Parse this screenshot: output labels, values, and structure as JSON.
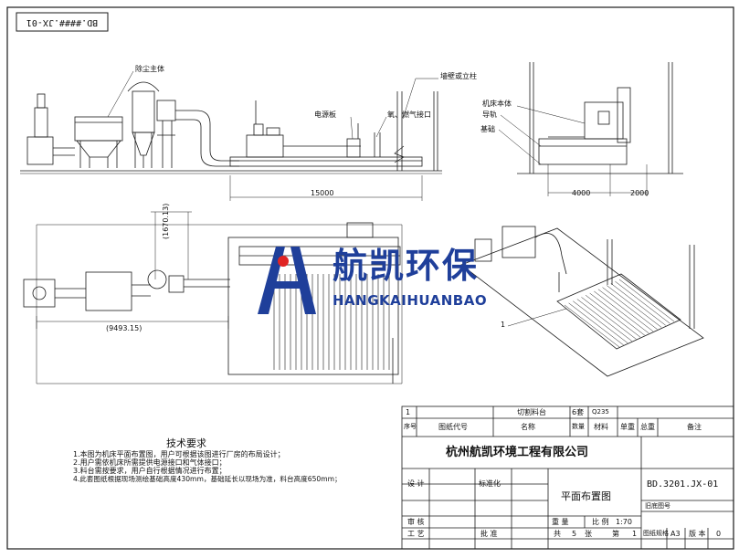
{
  "drawing_no_mirrored": "BD.####.JX-01",
  "labels": {
    "dust_main": "除尘主体",
    "wall_col": "墙壁或立柱",
    "machine_body": "机床本体",
    "guide_rail": "导轨",
    "foundation": "基础",
    "power_board": "电源板",
    "gas_port": "氧、燃气接口",
    "callout_1": "1"
  },
  "dims": {
    "d15000": "15000",
    "d4000": "4000",
    "d2000": "2000",
    "d1670": "(1670.13)",
    "d9493": "(9493.15)"
  },
  "logo": {
    "cn": "航凯环保",
    "en": "HANGKAIHUANBAO"
  },
  "notes": {
    "title": "技术要求",
    "items": [
      "1.本图为机床平面布置图，用户可根据该图进行厂房的布局设计；",
      "2.用户需依机床所需提供电源接口和气体接口；",
      "3.料台需按要求，用户自行根据情况进行布置；",
      "4.此套图纸根据现场测绘基础高度430mm，基础延长以现场为准，料台高度650mm；"
    ]
  },
  "bom": {
    "row1": {
      "no": "1",
      "name": "切割料台",
      "qty": "6套",
      "material": "Q235"
    },
    "header": {
      "no": "序号",
      "code": "图纸代号",
      "name": "名称",
      "qty": "数量",
      "material": "材料",
      "unit_wt": "单重",
      "total_wt": "总重",
      "remark": "备注"
    }
  },
  "title_block": {
    "company": "杭州航凯环境工程有限公司",
    "design": "设 计",
    "standard": "标准化",
    "drawing_name": "平面布置图",
    "drawing_code": "BD.3201.JX-01",
    "old_code": "旧底图号",
    "check": "审 核",
    "process": "工 艺",
    "approve": "批 准",
    "weight": "重 量",
    "scale_label": "比 例",
    "scale": "1:70",
    "total_label": "共",
    "total": "5",
    "sheet_unit": "张",
    "page_label": "第",
    "page": "1",
    "format_label": "图纸规格",
    "format": "A3",
    "version_label": "版 本",
    "version": "0"
  },
  "colors": {
    "logo_blue": "#1f3f9a",
    "logo_red": "#e02424",
    "line": "#1a1a1a"
  }
}
